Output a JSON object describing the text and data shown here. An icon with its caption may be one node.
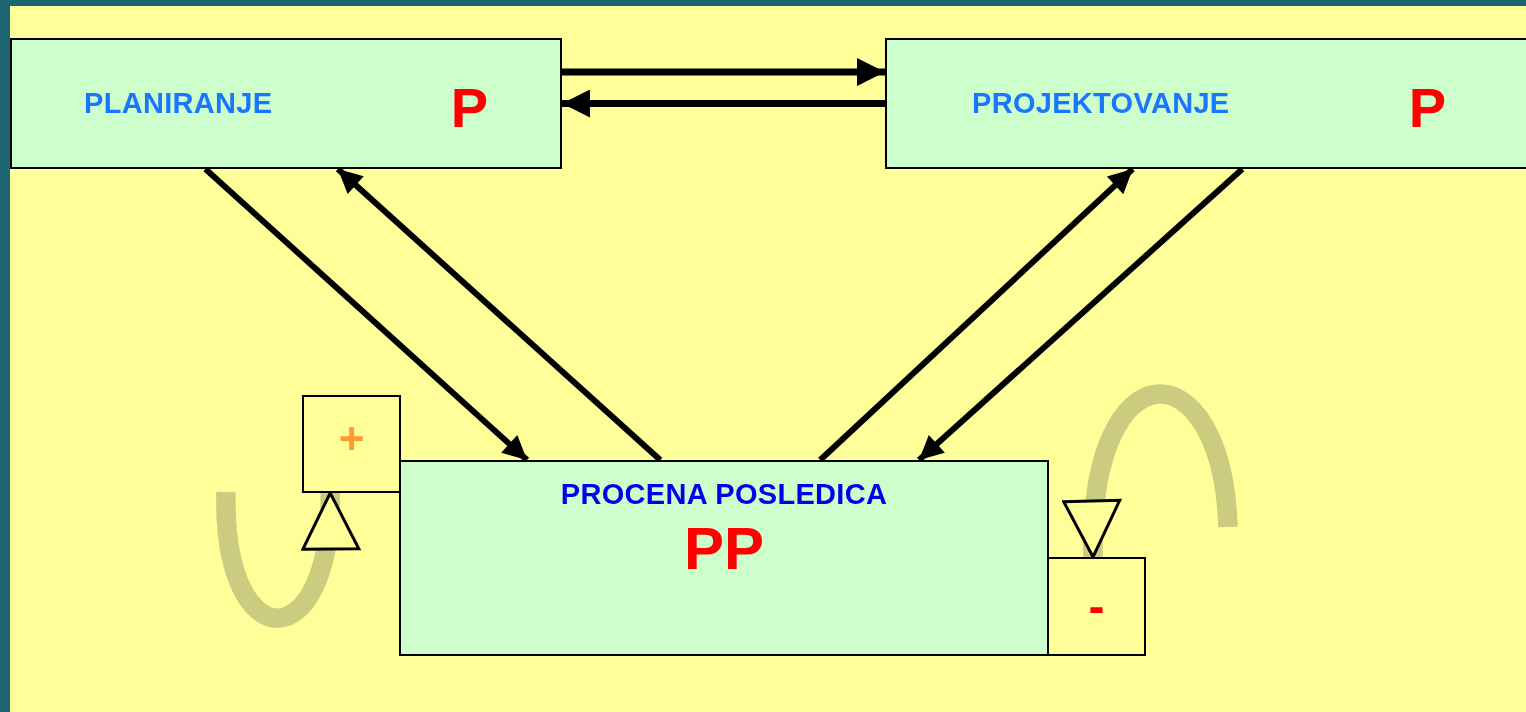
{
  "diagram": {
    "nodes": [
      {
        "text": [
          "PLANIRANJE",
          "P"
        ]
      },
      {
        "text": [
          "PROJEKTOVANJE",
          "P"
        ]
      },
      {
        "text": [
          "PROCENA POSLEDICA",
          "PP"
        ]
      },
      {
        "text": [
          "+"
        ]
      },
      {
        "text": [
          "-"
        ]
      }
    ],
    "edges": [
      {
        "from": 0,
        "to": 1,
        "arrow": "to"
      },
      {
        "from": 1,
        "to": 0,
        "arrow": "to"
      },
      {
        "from": 0,
        "to": 2,
        "arrow": "to"
      },
      {
        "from": 2,
        "to": 0,
        "arrow": "to"
      },
      {
        "from": 2,
        "to": 1,
        "arrow": "to"
      },
      {
        "from": 1,
        "to": 2,
        "arrow": "to"
      },
      {
        "from": null,
        "to": 3,
        "arrow": "to",
        "style": "thick",
        "color": "#cccc80"
      },
      {
        "from": null,
        "to": 4,
        "arrow": "to",
        "style": "thick",
        "color": "#cccc80"
      }
    ]
  }
}
